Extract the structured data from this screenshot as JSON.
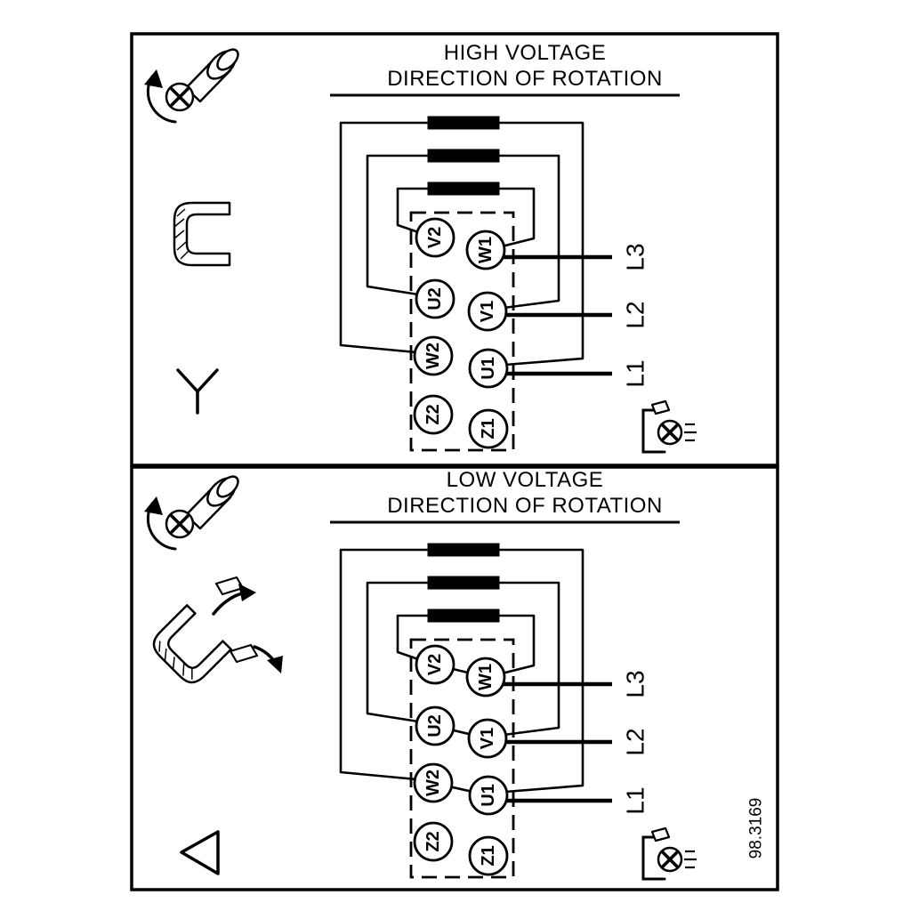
{
  "figure_number": "98.3169",
  "panels": [
    {
      "id": "high-voltage",
      "title": "HIGH VOLTAGE",
      "subtitle": "DIRECTION OF ROTATION",
      "connection": "star",
      "terminals": {
        "v2": "V2",
        "w1": "W1",
        "u2": "U2",
        "v1": "V1",
        "w2": "W2",
        "u1": "U1",
        "z2": "Z2",
        "z1": "Z1"
      },
      "phase_labels": {
        "l3": "L3",
        "l2": "L2",
        "l1": "L1"
      }
    },
    {
      "id": "low-voltage",
      "title": "LOW VOLTAGE",
      "subtitle": "DIRECTION OF ROTATION",
      "connection": "delta",
      "terminals": {
        "v2": "V2",
        "w1": "W1",
        "u2": "U2",
        "v1": "V1",
        "w2": "W2",
        "u1": "U1",
        "z2": "Z2",
        "z1": "Z1"
      },
      "phase_labels": {
        "l3": "L3",
        "l2": "L2",
        "l1": "L1"
      }
    }
  ]
}
